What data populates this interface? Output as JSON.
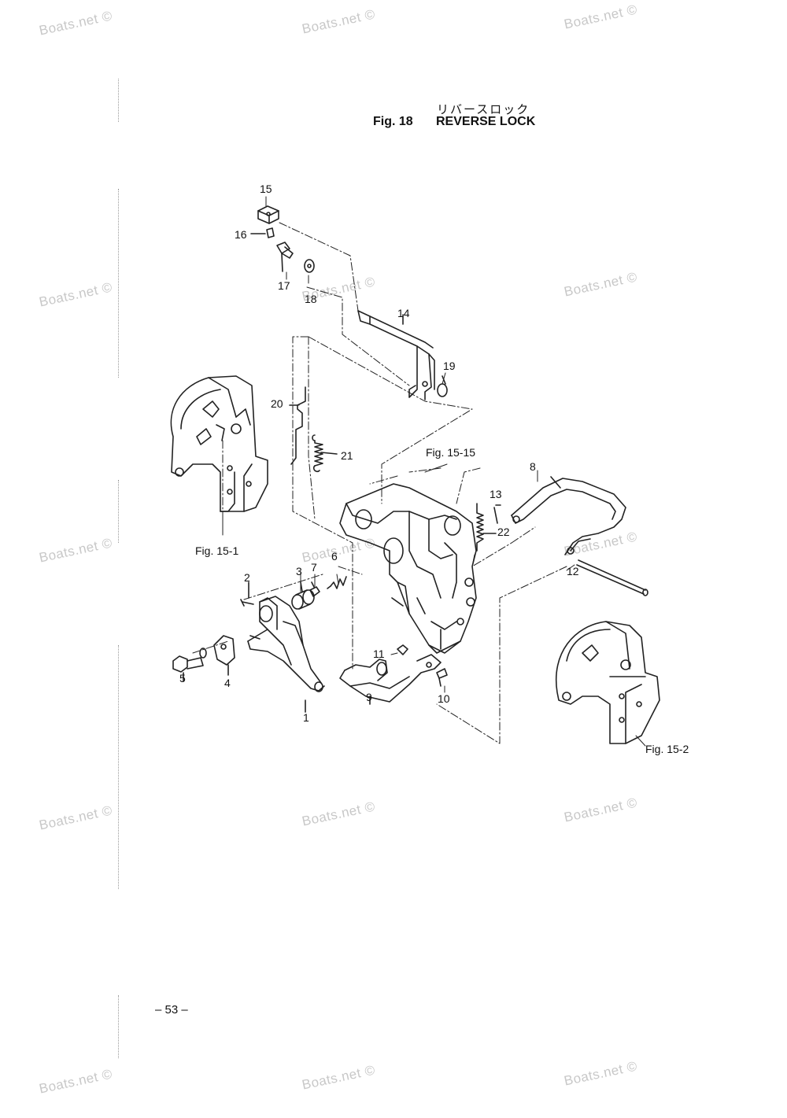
{
  "watermark": "Boats.net ©",
  "title": {
    "japanese": "リバースロック",
    "figure": "Fig. 18",
    "name": "REVERSE LOCK"
  },
  "callouts": {
    "p1": "1",
    "p2": "2",
    "p3": "3",
    "p4": "4",
    "p5": "5",
    "p6": "6",
    "p7": "7",
    "p8": "8",
    "p9": "9",
    "p10": "10",
    "p11": "11",
    "p12": "12",
    "p13": "13",
    "p14": "14",
    "p15": "15",
    "p16": "16",
    "p17": "17",
    "p18": "18",
    "p19": "19",
    "p20": "20",
    "p21": "21",
    "p22": "22"
  },
  "references": {
    "fig15_1": "Fig. 15-1",
    "fig15_15": "Fig. 15-15",
    "fig15_2": "Fig. 15-2"
  },
  "page_number": "– 53 –"
}
